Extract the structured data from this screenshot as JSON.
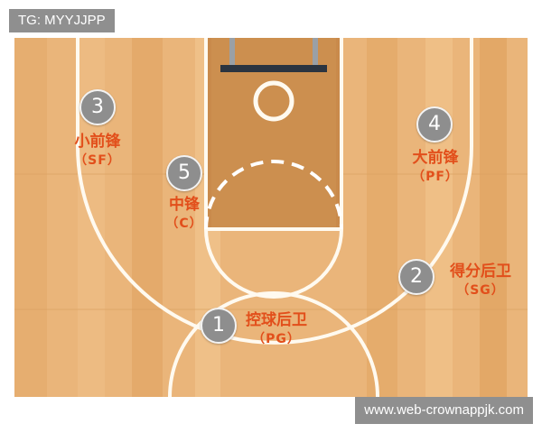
{
  "tag_text": "TG: MYYJJPP",
  "watermark_text": "www.web-crownappjk.com",
  "colors": {
    "court": "#eab57a",
    "court_dark_plank": "#e1a866",
    "paint": "#c98a4b",
    "lines": "#fffaf0",
    "label": "#e24f1b",
    "badge": "#8e8e8e"
  },
  "positions": [
    {
      "number": "1",
      "name": "控球后卫",
      "abbr": "（PG）"
    },
    {
      "number": "2",
      "name": "得分后卫",
      "abbr": "（SG）"
    },
    {
      "number": "3",
      "name": "小前锋",
      "abbr": "（SF）"
    },
    {
      "number": "4",
      "name": "大前锋",
      "abbr": "（PF）"
    },
    {
      "number": "5",
      "name": "中锋",
      "abbr": "（C）"
    }
  ]
}
